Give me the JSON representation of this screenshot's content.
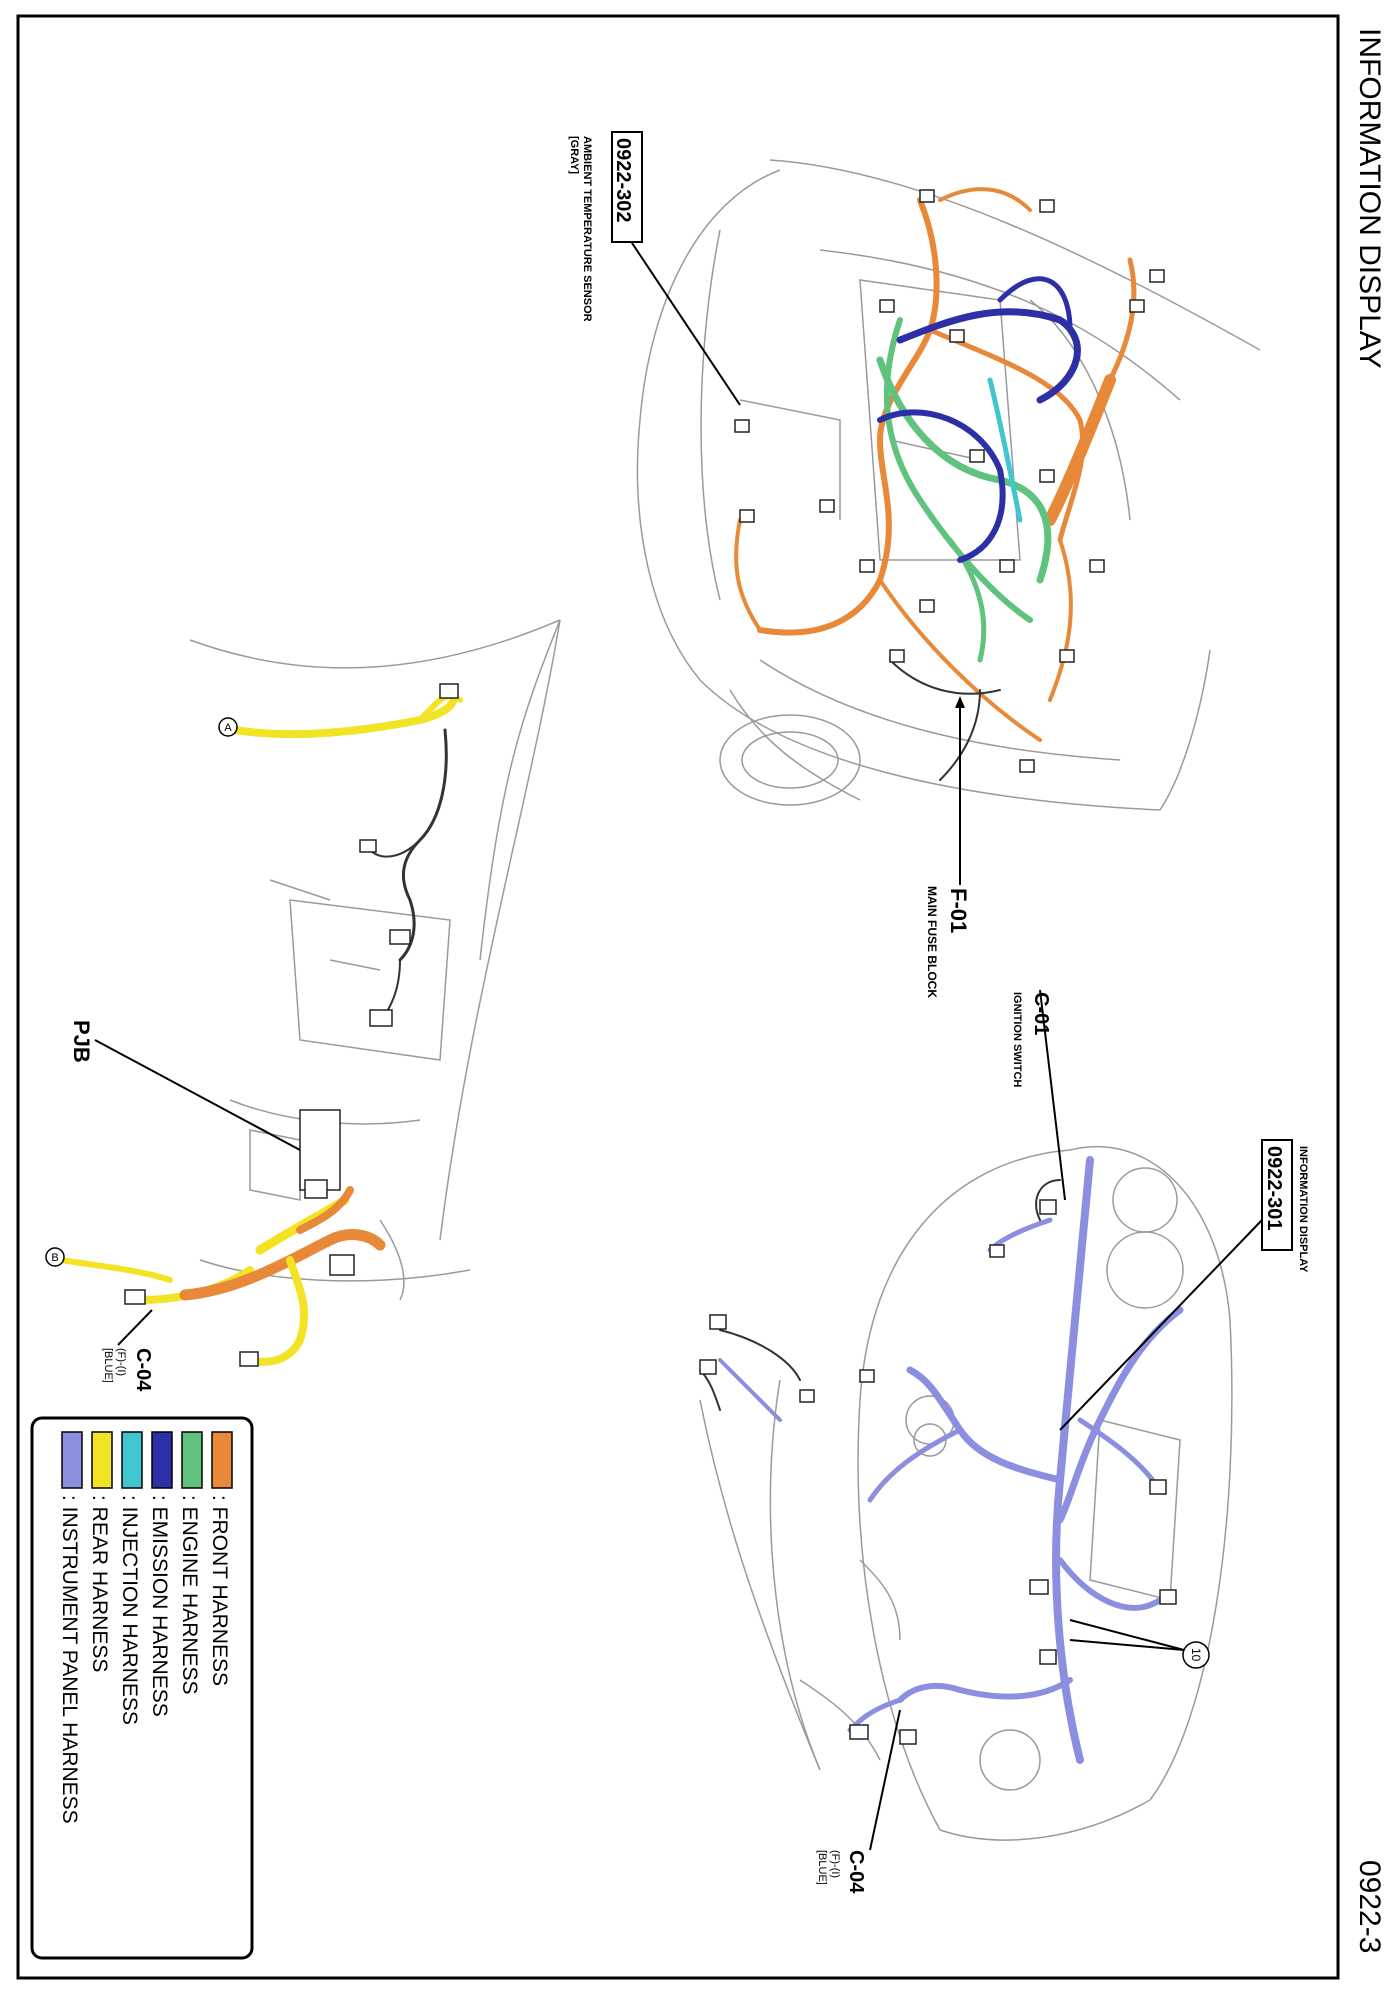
{
  "page": {
    "title": "INFORMATION DISPLAY",
    "page_number": "0922-3"
  },
  "colors": {
    "front": "#e8893a",
    "engine": "#5fc27d",
    "emission": "#2c2fa6",
    "injection": "#3fc6cf",
    "rear": "#f3e325",
    "instrument": "#8c8fe0",
    "outline": "#999999",
    "wire": "#333333"
  },
  "callouts": {
    "ambient_sensor": {
      "code": "0922-302",
      "line1": "AMBIENT TEMPERATURE SENSOR",
      "line2": "[GRAY]"
    },
    "main_fuse": {
      "code": "F-01",
      "label": "MAIN FUSE BLOCK"
    },
    "ignition": {
      "code": "C-01",
      "label": "IGNITION SWITCH"
    },
    "info_display": {
      "code": "0922-301",
      "label": "INFORMATION DISPLAY"
    },
    "pjb": {
      "code": "PJB"
    },
    "c04_left": {
      "code": "C-04",
      "line1": "(F)-(I)",
      "line2": "[BLUE]"
    },
    "c04_right": {
      "code": "C-04",
      "line1": "(F)-(I)",
      "line2": "[BLUE]"
    },
    "marker_10": "10",
    "marker_a": "A",
    "marker_b": "B"
  },
  "legend": [
    {
      "color_key": "front",
      "label": ": FRONT HARNESS"
    },
    {
      "color_key": "engine",
      "label": ": ENGINE HARNESS"
    },
    {
      "color_key": "emission",
      "label": ": EMISSION HARNESS"
    },
    {
      "color_key": "injection",
      "label": ": INJECTION HARNESS"
    },
    {
      "color_key": "rear",
      "label": ": REAR HARNESS"
    },
    {
      "color_key": "instrument",
      "label": ": INSTRUMENT PANEL HARNESS"
    }
  ]
}
